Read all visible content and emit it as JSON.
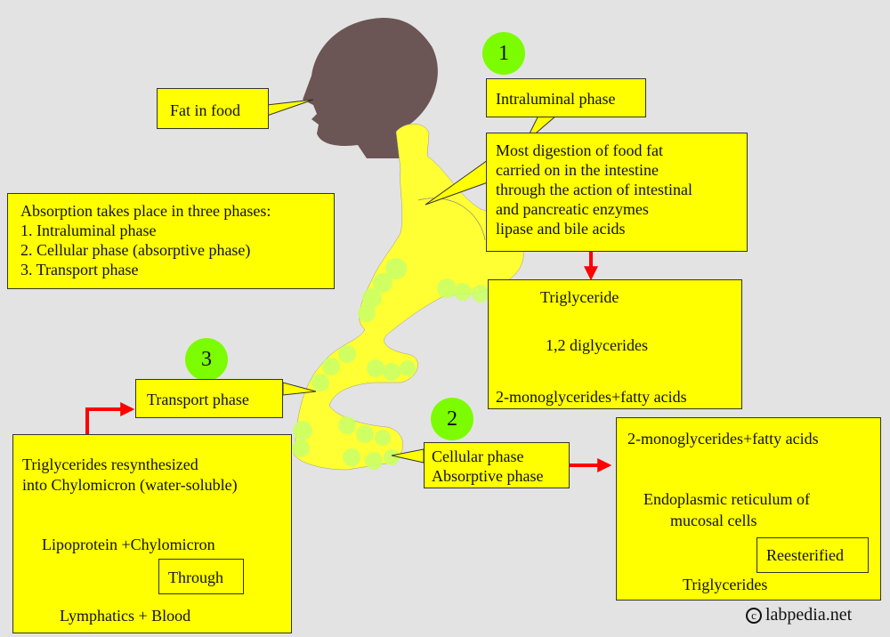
{
  "labels": {
    "fat_in_food": "Fat in food",
    "phase_badge_1": "1",
    "phase_badge_2": "2",
    "phase_badge_3": "3",
    "intraluminal_phase": "Intraluminal phase",
    "digestion_lines": [
      "Most digestion of food fat",
      "carried on in the intestine",
      "through the action of intestinal",
      "and pancreatic enzymes",
      "lipase and bile acids"
    ],
    "summary_lines": [
      "Absorption takes place in three phases:",
      "1. Intraluminal phase",
      "2. Cellular phase (absorptive phase)",
      "3. Transport phase"
    ],
    "digestion_chain": [
      "Triglyceride",
      "1,2 diglycerides",
      "2-monoglycerides+fatty acids"
    ],
    "transport_phase": "Transport phase",
    "cellular_phase_lines": [
      "Cellular phase",
      "Absorptive phase"
    ],
    "transport_chain": [
      "Triglycerides resynthesized",
      "into Chylomicron (water-soluble)",
      "Lipoprotein +Chylomicron",
      "Lymphatics + Blood"
    ],
    "through": "Through",
    "cellular_chain": [
      "2-monoglycerides+fatty acids",
      "Endoplasmic reticulum of",
      "mucosal cells",
      "Triglycerides"
    ],
    "reesterified": "Reesterified",
    "copyright_text": "labpedia.net"
  },
  "colors": {
    "background": "#e3e3e3",
    "box_fill": "#ffff00",
    "badge_fill": "#7cfc00",
    "head_fill": "#6b5555",
    "gut_fill": "#ffff33",
    "villi_fill": "#ccff66",
    "arrow": "#ff0000"
  },
  "icons": [
    "head-silhouette",
    "intestine-shape",
    "copyright-icon"
  ]
}
